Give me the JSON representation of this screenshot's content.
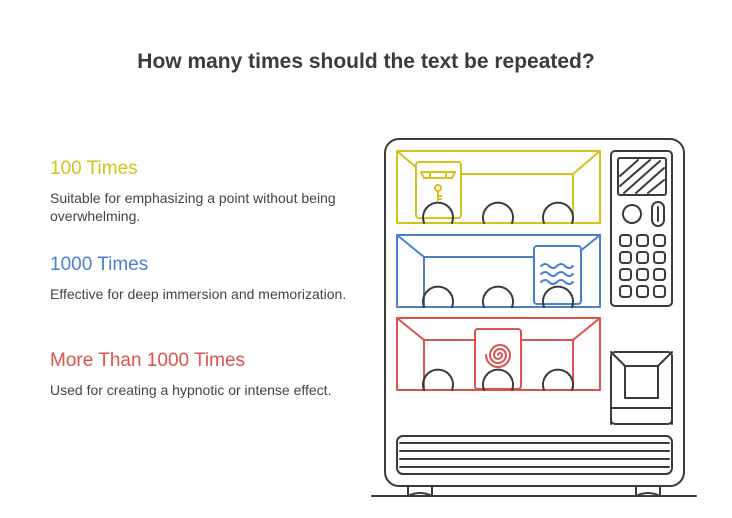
{
  "title": "How many times should the text be repeated?",
  "options": [
    {
      "heading": "100 Times",
      "description": "Suitable for emphasizing a point without being overwhelming.",
      "color": "#d4c11a"
    },
    {
      "heading": "1000 Times",
      "description": "Effective for deep immersion and memorization.",
      "color": "#4a7fd0"
    },
    {
      "heading": "More Than 1000 Times",
      "description": "Used for creating a hypnotic or intense effect.",
      "color": "#d9534f"
    }
  ],
  "machine": {
    "outline_color": "#3a3a3a",
    "shelf_icons": [
      "key-tag-icon",
      "waves-icon",
      "spiral-icon"
    ]
  }
}
